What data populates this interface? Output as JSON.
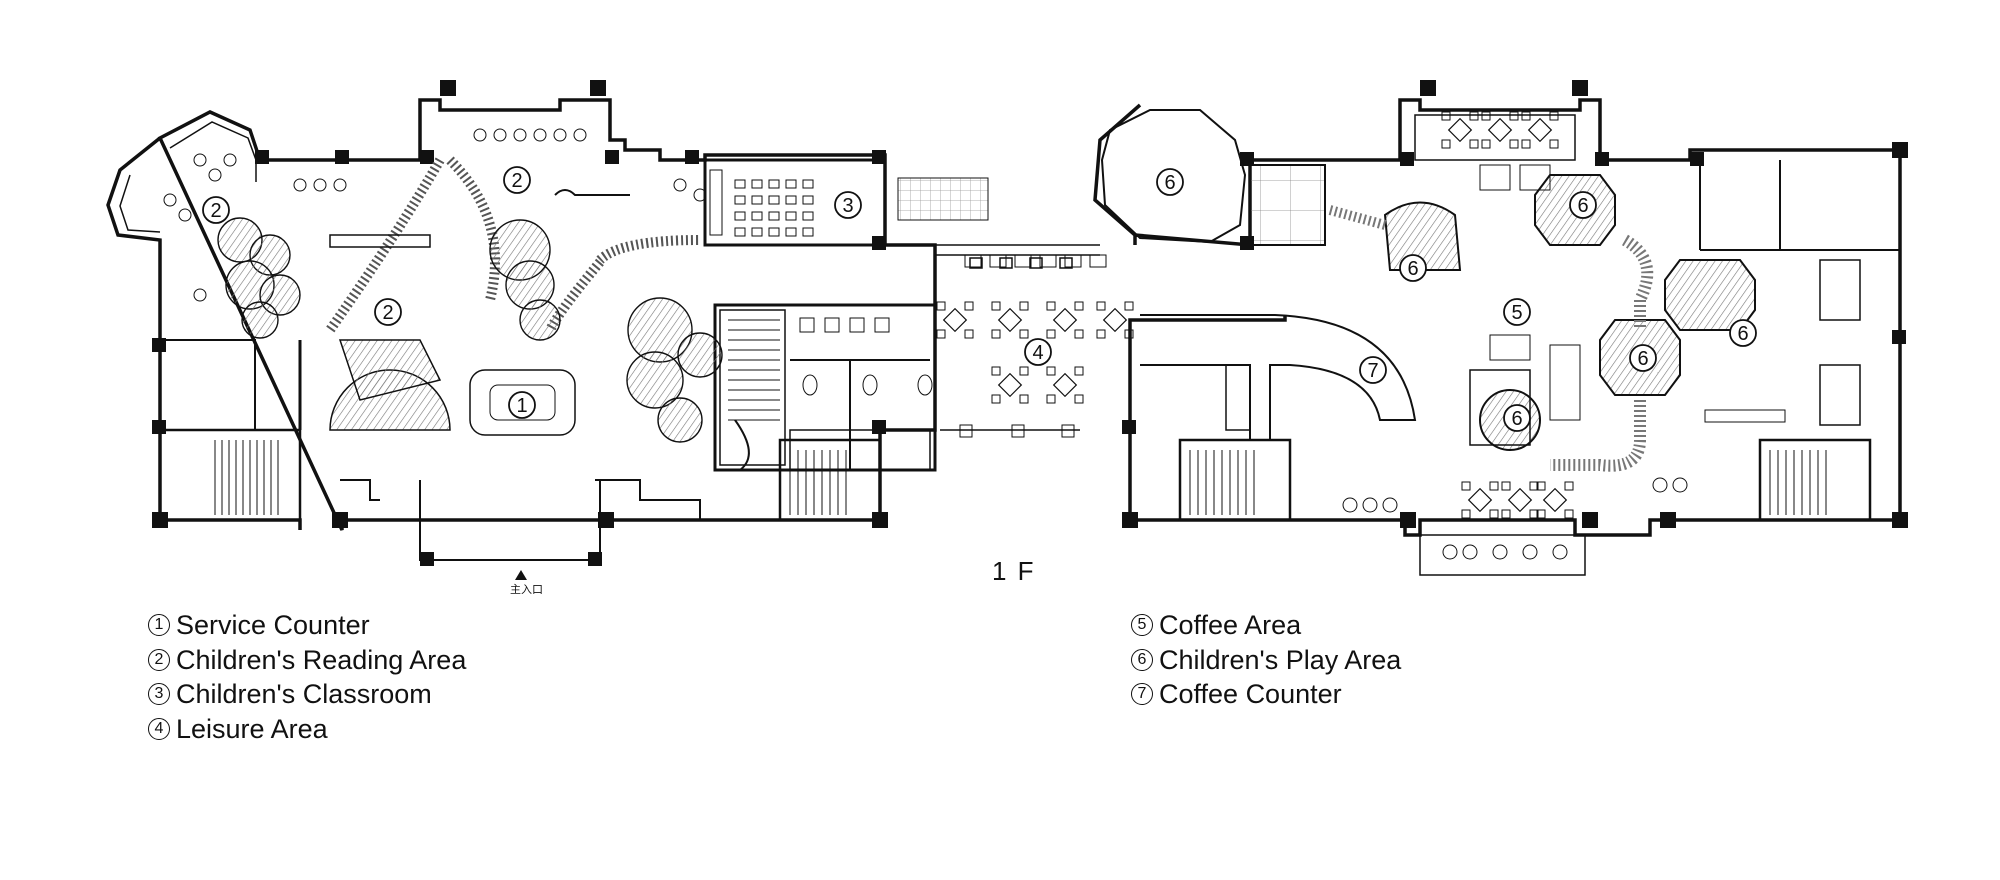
{
  "floor": "1 F",
  "entrance_label": "主入口",
  "legend": [
    {
      "number": "1",
      "name": "Service Counter"
    },
    {
      "number": "2",
      "name": "Children's Reading Area"
    },
    {
      "number": "3",
      "name": "Children's Classroom"
    },
    {
      "number": "4",
      "name": "Leisure Area"
    },
    {
      "number": "5",
      "name": "Coffee Area"
    },
    {
      "number": "6",
      "name": "Children's Play Area"
    },
    {
      "number": "7",
      "name": "Coffee Counter"
    }
  ],
  "plan_markers": [
    {
      "number": "1"
    },
    {
      "number": "2"
    },
    {
      "number": "2"
    },
    {
      "number": "2"
    },
    {
      "number": "3"
    },
    {
      "number": "4"
    },
    {
      "number": "5"
    },
    {
      "number": "6"
    },
    {
      "number": "6"
    },
    {
      "number": "6"
    },
    {
      "number": "6"
    },
    {
      "number": "6"
    },
    {
      "number": "6"
    },
    {
      "number": "7"
    }
  ],
  "colors": {
    "line": "#111111",
    "hatch": "#9a9a9a",
    "background": "#ffffff"
  }
}
